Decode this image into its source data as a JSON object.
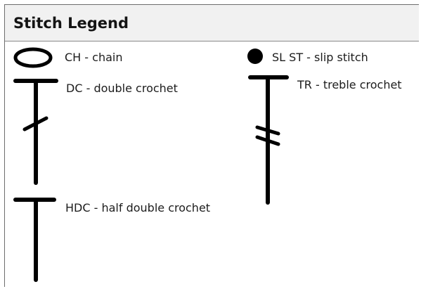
{
  "legend": {
    "title": "Stitch Legend",
    "items": [
      {
        "symbol": "oval-chain-icon",
        "label": "CH - chain"
      },
      {
        "symbol": "filled-dot-icon",
        "label": "SL ST - slip stitch"
      },
      {
        "symbol": "double-crochet-icon",
        "label": "DC - double crochet"
      },
      {
        "symbol": "treble-crochet-icon",
        "label": "TR - treble crochet"
      },
      {
        "symbol": "half-double-crochet-icon",
        "label": "HDC - half double crochet"
      }
    ]
  },
  "colors": {
    "ink": "#000000",
    "header_background": "#f1f1f1",
    "panel_border": "#6d6d6d"
  }
}
